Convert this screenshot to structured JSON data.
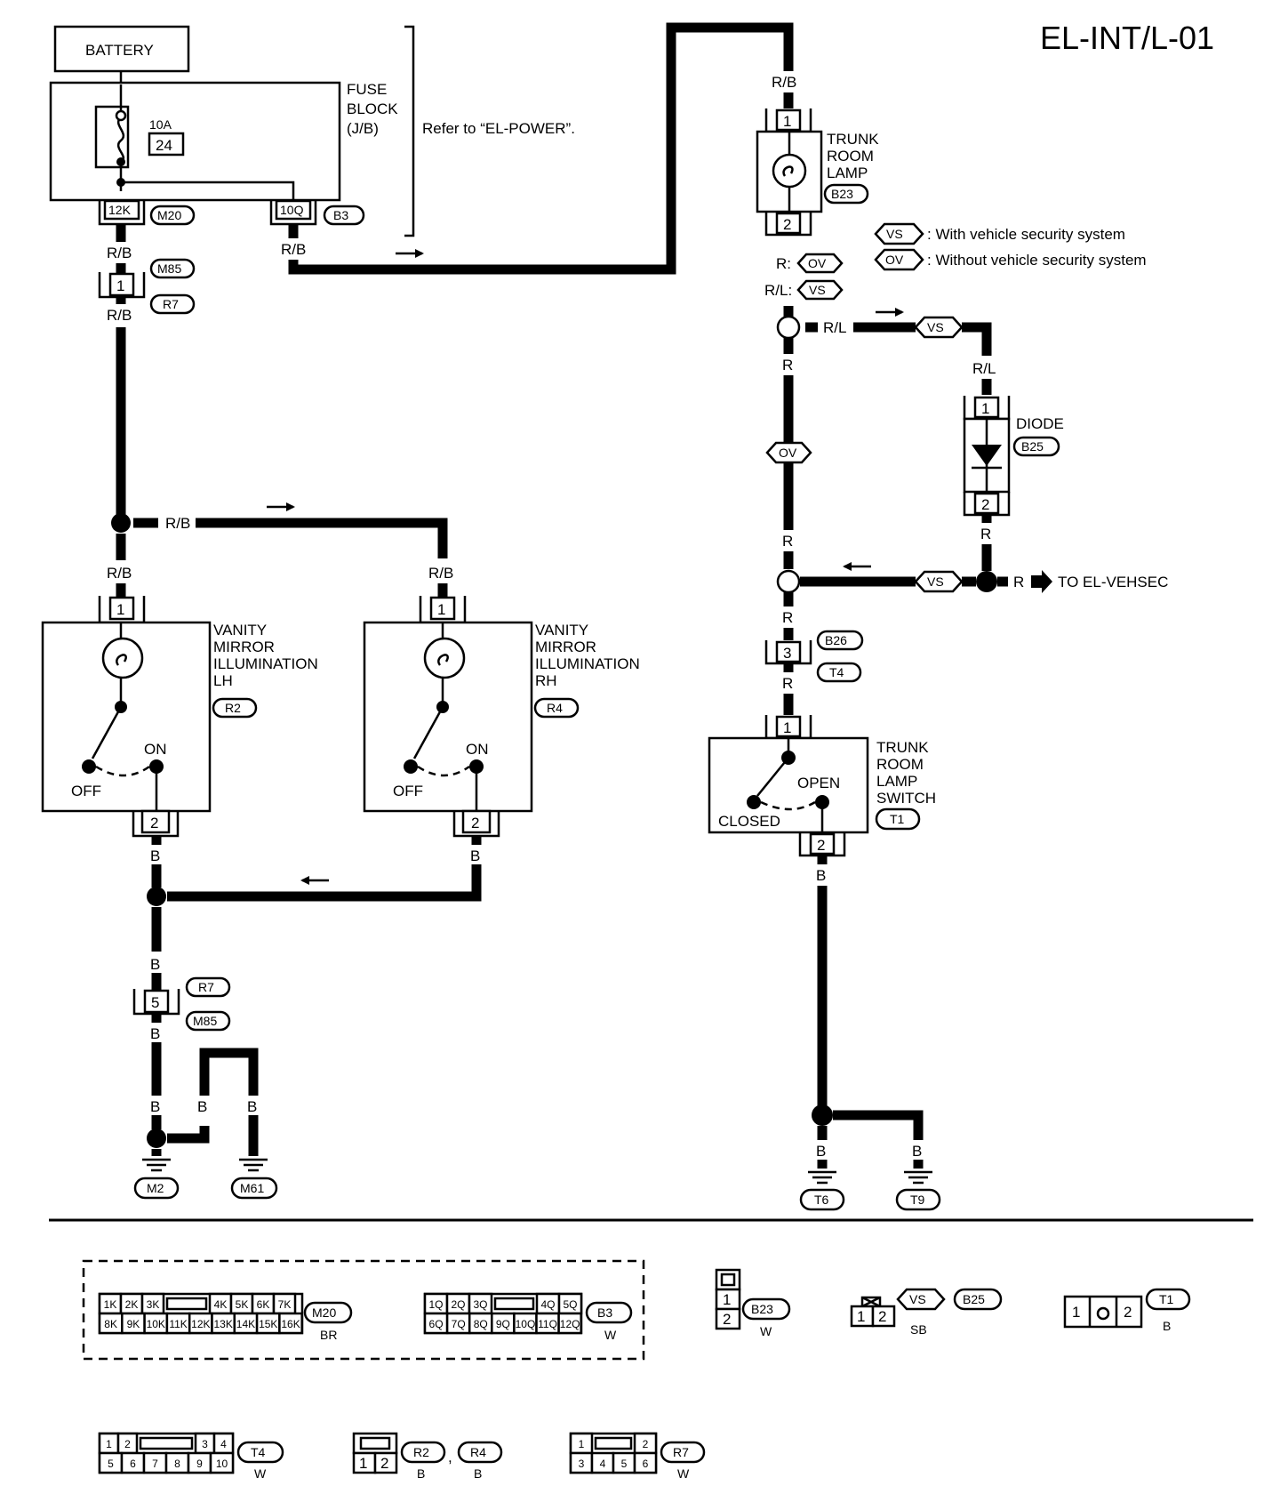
{
  "title": "EL-INT/L-01",
  "battery": "BATTERY",
  "fuse": {
    "amp": "10A",
    "num": "24",
    "block_line1": "FUSE",
    "block_line2": "BLOCK",
    "block_line3": "(J/B)",
    "refer": "Refer to “EL-POWER”."
  },
  "terminals": {
    "fb_left": "12K",
    "fb_right": "10Q"
  },
  "conn_ids": {
    "m20": "M20",
    "b3": "B3",
    "m85": "M85",
    "r7": "R7",
    "r2": "R2",
    "r4": "R4",
    "b23": "B23",
    "b25": "B25",
    "b26": "B26",
    "t4": "T4",
    "t1": "T1",
    "m2": "M2",
    "m61": "M61",
    "t6": "T6",
    "t9": "T9"
  },
  "wire_colors": {
    "rb": "R/B",
    "r": "R",
    "rl": "R/L",
    "b": "B"
  },
  "pins": {
    "p1": "1",
    "p2": "2",
    "p3": "3",
    "p5": "5"
  },
  "lh": {
    "l1": "VANITY",
    "l2": "MIRROR",
    "l3": "ILLUMINATION",
    "l4": "LH"
  },
  "rh": {
    "l1": "VANITY",
    "l2": "MIRROR",
    "l3": "ILLUMINATION",
    "l4": "RH"
  },
  "switch": {
    "off": "OFF",
    "on": "ON",
    "open": "OPEN",
    "closed": "CLOSED"
  },
  "trunk_lamp": {
    "l1": "TRUNK",
    "l2": "ROOM",
    "l3": "LAMP"
  },
  "trunk_switch": {
    "l1": "TRUNK",
    "l2": "ROOM",
    "l3": "LAMP",
    "l4": "SWITCH"
  },
  "diode": "DIODE",
  "legend": {
    "vs_tag": "VS",
    "ov_tag": "OV",
    "vs_text": ": With vehicle security system",
    "ov_text": ": Without vehicle security system"
  },
  "r_prefix": "R:",
  "rl_prefix": "R/L:",
  "to_vehsec": "TO EL-VEHSEC",
  "connector_views": {
    "m20_top": [
      "1K",
      "2K",
      "3K",
      "4K",
      "5K",
      "6K",
      "7K"
    ],
    "m20_bot": [
      "8K",
      "9K",
      "10K",
      "11K",
      "12K",
      "13K",
      "14K",
      "15K",
      "16K"
    ],
    "m20_color": "BR",
    "b3_top": [
      "1Q",
      "2Q",
      "3Q",
      "4Q",
      "5Q"
    ],
    "b3_bot": [
      "6Q",
      "7Q",
      "8Q",
      "9Q",
      "10Q",
      "11Q",
      "12Q"
    ],
    "b3_color": "W",
    "b23_color": "W",
    "b25_color": "SB",
    "t1_color": "B",
    "t4_top": [
      "1",
      "2",
      "3",
      "4"
    ],
    "t4_bot": [
      "5",
      "6",
      "7",
      "8",
      "9",
      "10"
    ],
    "t4_color": "W",
    "r2r4_sep": ",",
    "r2_color": "B",
    "r4_color": "B",
    "r7_top": [
      "1",
      "2"
    ],
    "r7_bot": [
      "3",
      "4",
      "5",
      "6"
    ],
    "r7_color": "W"
  }
}
